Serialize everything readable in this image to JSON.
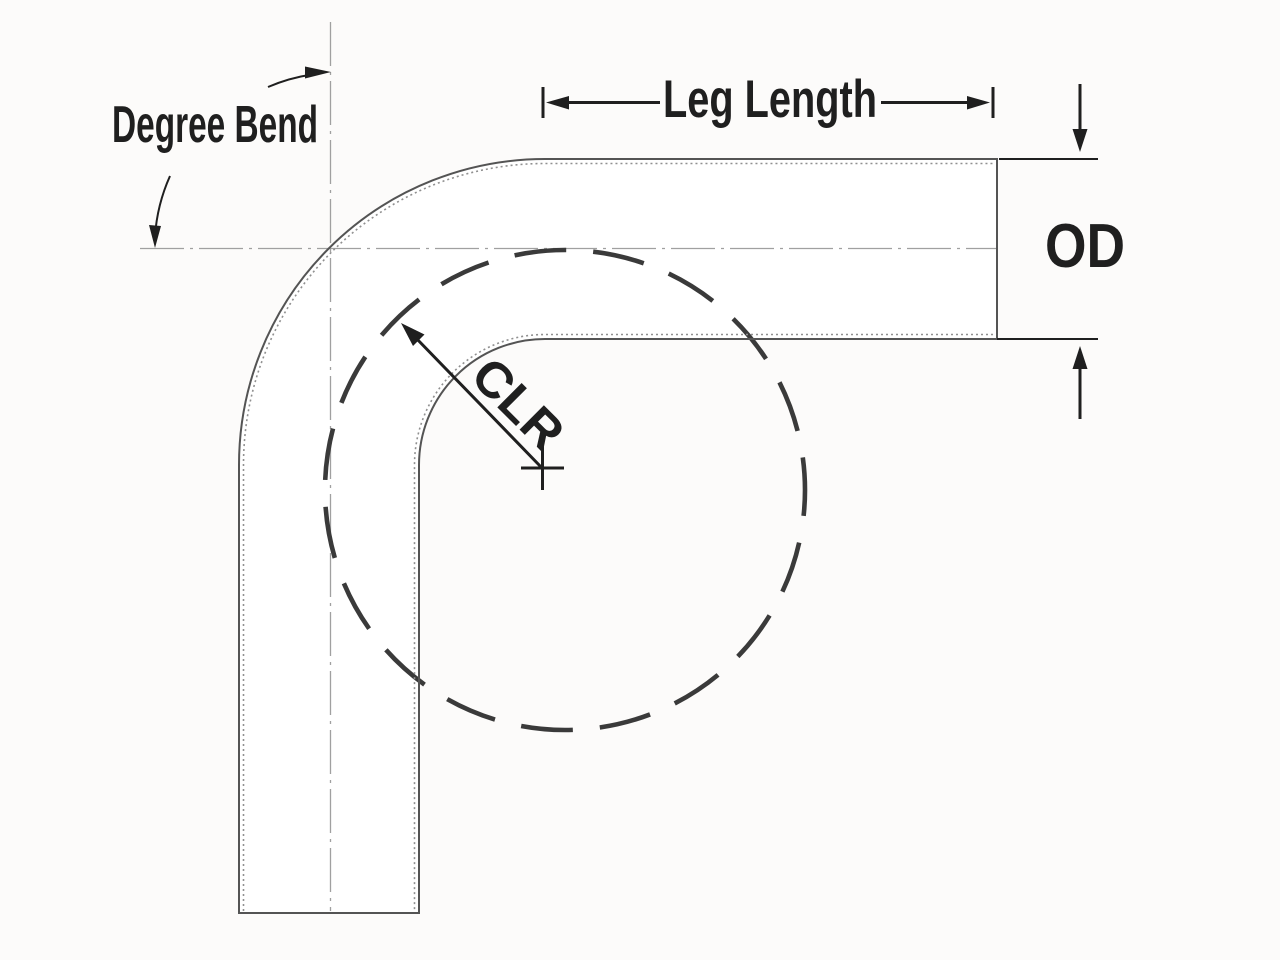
{
  "diagram": {
    "subject": "tube-bend-dimension-diagram",
    "labels": {
      "degree_bend": "Degree Bend",
      "leg_length": "Leg Length",
      "od": "OD",
      "clr": "CLR"
    },
    "colors": {
      "background": "#fcfbfa",
      "annotation": "#1f1f1f",
      "tube_outline": "#545454",
      "tube_inner_dots": "#909090",
      "centerline": "#a0a0a0",
      "dashed_circle": "#3a3a3a"
    }
  }
}
